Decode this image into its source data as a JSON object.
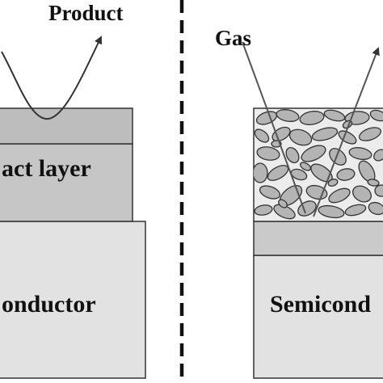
{
  "left_panel": {
    "product_label": "Product",
    "contact_layer_label": "act layer",
    "semiconductor_label": "onductor"
  },
  "right_panel": {
    "gas_label": "Gas",
    "semiconductor_label": "Semicond"
  },
  "colors": {
    "contact_layer_fill": "#c6c6c6",
    "top_band_fill": "#bdbdbd",
    "semiconductor_fill": "#e2e2e2",
    "substrate_band_fill": "#cacaca",
    "porous_background": "#ececec",
    "grain_fill": "#b4b4b4",
    "outline": "#222222"
  }
}
